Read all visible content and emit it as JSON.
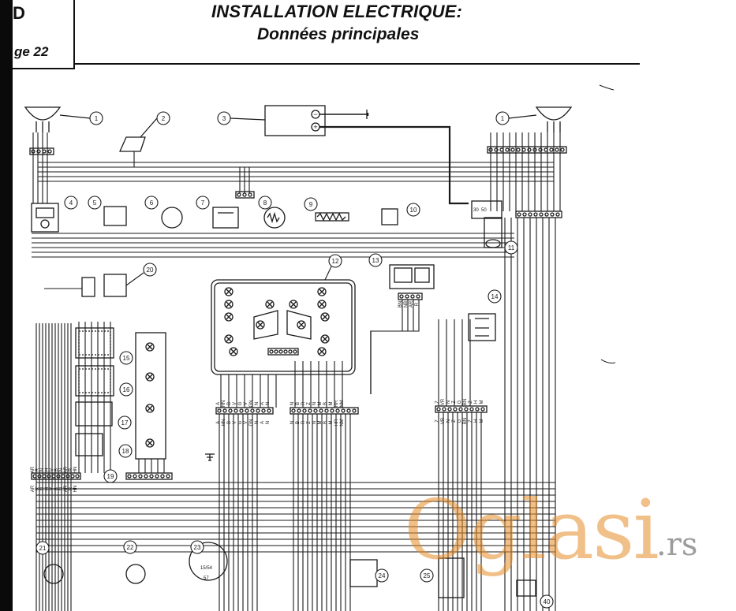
{
  "header": {
    "title": "INSTALLATION ELECTRIQUE:",
    "subtitle": "Données principales",
    "page_label": "ge 22",
    "corner_glyph": "D"
  },
  "components": [
    {
      "id": "1",
      "label": "1"
    },
    {
      "id": "2",
      "label": "2"
    },
    {
      "id": "3",
      "label": "3"
    },
    {
      "id": "1b",
      "label": "1"
    },
    {
      "id": "4",
      "label": "4"
    },
    {
      "id": "5",
      "label": "5"
    },
    {
      "id": "6",
      "label": "6"
    },
    {
      "id": "7",
      "label": "7"
    },
    {
      "id": "8",
      "label": "8"
    },
    {
      "id": "9",
      "label": "9"
    },
    {
      "id": "10",
      "label": "10"
    },
    {
      "id": "11",
      "label": "11"
    },
    {
      "id": "12",
      "label": "12"
    },
    {
      "id": "13",
      "label": "13"
    },
    {
      "id": "14",
      "label": "14"
    },
    {
      "id": "15",
      "label": "15"
    },
    {
      "id": "16",
      "label": "16"
    },
    {
      "id": "17",
      "label": "17"
    },
    {
      "id": "18",
      "label": "18"
    },
    {
      "id": "19",
      "label": "19"
    },
    {
      "id": "20",
      "label": "20"
    },
    {
      "id": "21",
      "label": "21"
    },
    {
      "id": "22",
      "label": "22"
    },
    {
      "id": "23",
      "label": "23"
    },
    {
      "id": "24",
      "label": "24"
    },
    {
      "id": "25",
      "label": "25"
    },
    {
      "id": "40",
      "label": "40"
    }
  ],
  "wire_codes": {
    "connector_12_left": [
      "A",
      "HN",
      "B",
      "V",
      "G",
      "V",
      "GN",
      "N",
      "A",
      "N"
    ],
    "connector_12_right": [
      "N",
      "B",
      "R",
      "Z",
      "N",
      "M",
      "B",
      "M",
      "HR",
      "NM"
    ],
    "connector_14": [
      "Z",
      "VR",
      "N",
      "Z",
      "G",
      "BN",
      "Z",
      "H",
      "M"
    ],
    "connector_13": [
      "BN",
      "NB",
      "AR",
      "R"
    ],
    "connector_left": [
      "AR",
      "R",
      "N",
      "H",
      "V",
      "B",
      "N",
      "AR",
      "R",
      "HN"
    ]
  },
  "battery_symbols": {
    "minus": "−",
    "plus": "+"
  },
  "relay_terminals": {
    "t30": "30",
    "t50": "50",
    "t57": "57",
    "t15": "15",
    "t54": "15/54"
  },
  "watermark": {
    "brand": "Oglasi",
    "tld": ".rs"
  }
}
